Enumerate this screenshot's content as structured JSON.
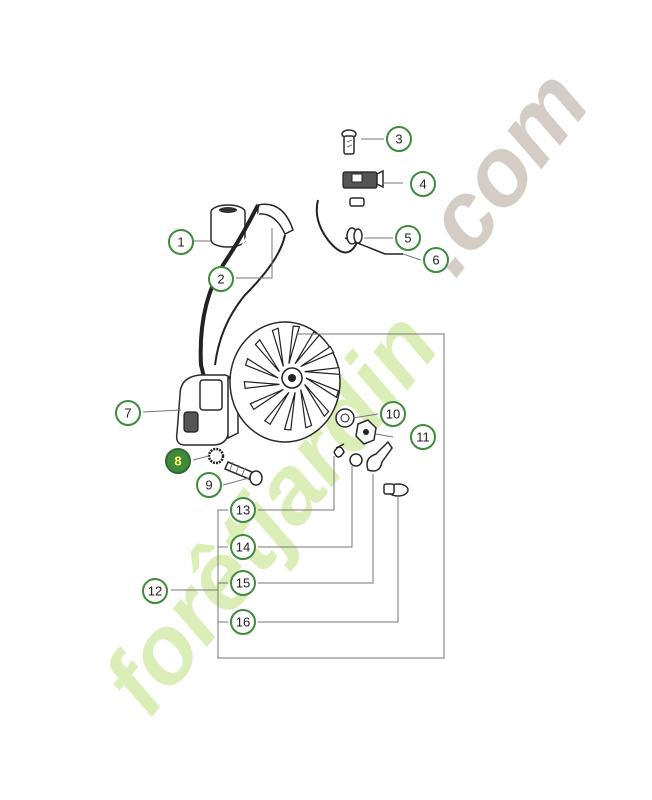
{
  "diagram": {
    "accent_color": "#3f8a3c",
    "highlight_color": "#ffff66",
    "callouts": [
      {
        "label": "1"
      },
      {
        "label": "2"
      },
      {
        "label": "3"
      },
      {
        "label": "4"
      },
      {
        "label": "5"
      },
      {
        "label": "6"
      },
      {
        "label": "7"
      },
      {
        "label": "8"
      },
      {
        "label": "9"
      },
      {
        "label": "10"
      },
      {
        "label": "11"
      },
      {
        "label": "12"
      },
      {
        "label": "13"
      },
      {
        "label": "14"
      },
      {
        "label": "15"
      },
      {
        "label": "16"
      }
    ],
    "highlighted_callout": "8"
  },
  "watermark": {
    "green_text": "forêtjardin",
    "grey_text": ".com",
    "green_color": "#d9ecb0",
    "grey_color": "#cfc8c0"
  }
}
